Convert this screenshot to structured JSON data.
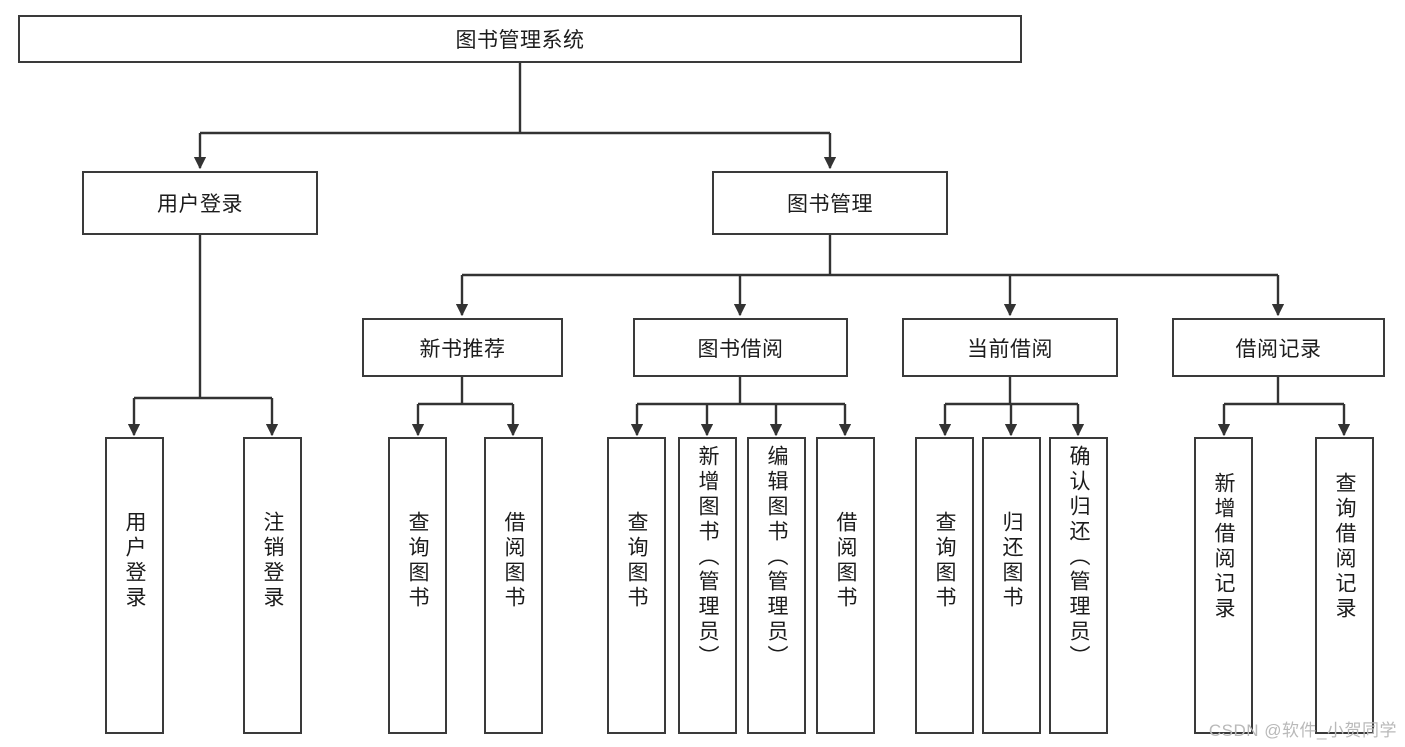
{
  "diagram": {
    "title": "图书管理系统",
    "type": "tree-hierarchy-diagram",
    "watermark": "CSDN @软件_小贺同学",
    "colors": {
      "box_border": "#3a3a3a",
      "box_fill": "#ffffff",
      "edge": "#333333",
      "text": "#1c1c1c",
      "watermark": "#b9b9b9",
      "background": "#ffffff"
    },
    "root": {
      "label": "图书管理系统"
    },
    "level2": [
      {
        "label": "用户登录"
      },
      {
        "label": "图书管理"
      }
    ],
    "level3": [
      {
        "label": "新书推荐"
      },
      {
        "label": "图书借阅"
      },
      {
        "label": "当前借阅"
      },
      {
        "label": "借阅记录"
      }
    ],
    "leaves_user_login": [
      {
        "label": "用户登录"
      },
      {
        "label": "注销登录"
      }
    ],
    "leaves_new_books": [
      {
        "label": "查询图书"
      },
      {
        "label": "借阅图书"
      }
    ],
    "leaves_borrow": [
      {
        "label": "查询图书"
      },
      {
        "label": "新增图书（管理员）"
      },
      {
        "label": "编辑图书（管理员）"
      },
      {
        "label": "借阅图书"
      }
    ],
    "leaves_current": [
      {
        "label": "查询图书"
      },
      {
        "label": "归还图书"
      },
      {
        "label": "确认归还（管理员）"
      }
    ],
    "leaves_records": [
      {
        "label": "新增借阅记录"
      },
      {
        "label": "查询借阅记录"
      }
    ]
  }
}
